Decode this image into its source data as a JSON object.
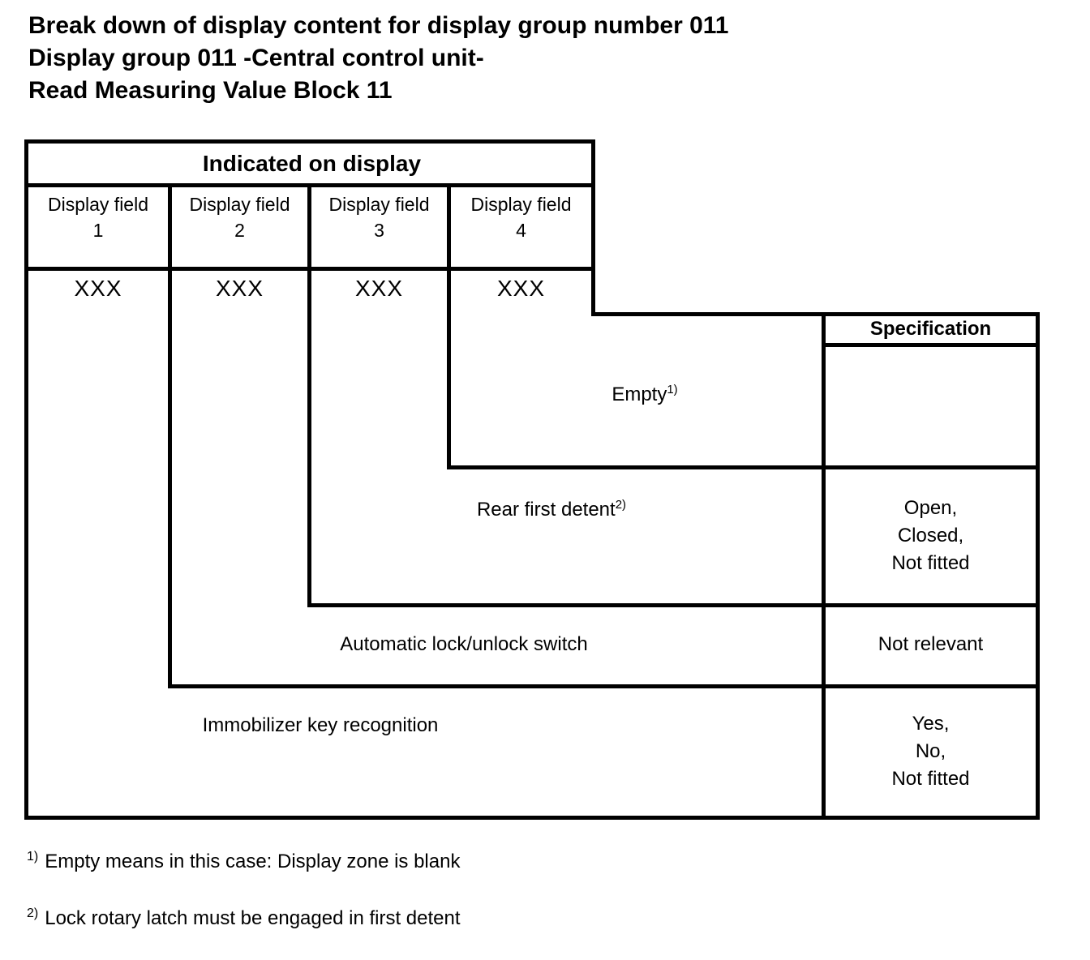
{
  "colors": {
    "ink": "#000000",
    "paper": "#ffffff"
  },
  "page": {
    "title_lines": [
      "Break down of display content for display group number 011",
      "Display group 011 -Central control unit-",
      "Read Measuring Value Block 11"
    ]
  },
  "table": {
    "indicated_header": "Indicated on display",
    "spec_header": "Specification",
    "columns": [
      {
        "label": "Display field",
        "number": "1",
        "value": "XXX"
      },
      {
        "label": "Display field",
        "number": "2",
        "value": "XXX"
      },
      {
        "label": "Display field",
        "number": "3",
        "value": "XXX"
      },
      {
        "label": "Display field",
        "number": "4",
        "value": "XXX"
      }
    ],
    "rows": [
      {
        "display_field": "4",
        "description": "Empty",
        "footnote_ref": "1)",
        "spec_lines": []
      },
      {
        "display_field": "3",
        "description": "Rear first detent",
        "footnote_ref": "2)",
        "spec_lines": [
          "Open,",
          "Closed,",
          "Not fitted"
        ]
      },
      {
        "display_field": "2",
        "description": "Automatic lock/unlock switch",
        "spec_lines": [
          "Not relevant"
        ]
      },
      {
        "display_field": "1",
        "description": "Immobilizer key recognition",
        "spec_lines": [
          "Yes,",
          "No,",
          "Not fitted"
        ]
      }
    ]
  },
  "footnotes": [
    {
      "marker": "1)",
      "text": "Empty means in this case: Display zone is blank"
    },
    {
      "marker": "2)",
      "text": "Lock rotary latch must be engaged in first detent"
    }
  ]
}
